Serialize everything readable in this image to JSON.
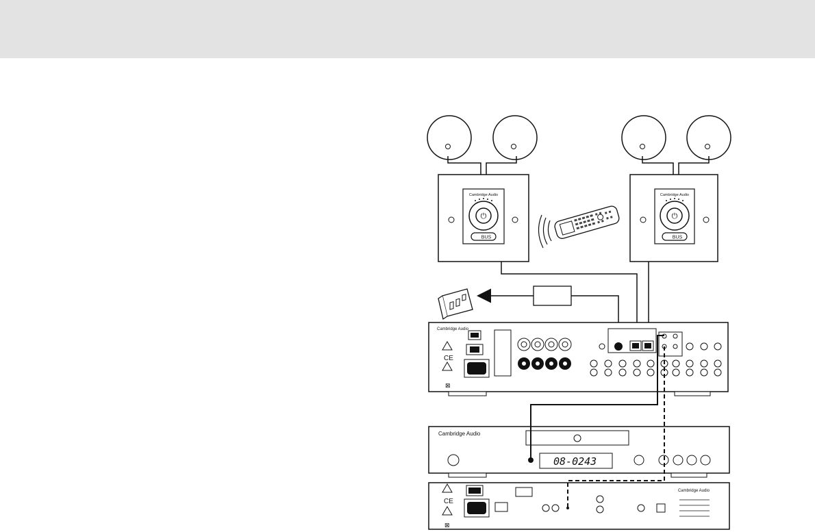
{
  "header": {
    "background": "#e3e3e3"
  },
  "brand": {
    "name": "Cambridge Audio"
  },
  "keypad": {
    "button_text": "BUS"
  },
  "cd_player": {
    "display_text": "08-0243"
  }
}
